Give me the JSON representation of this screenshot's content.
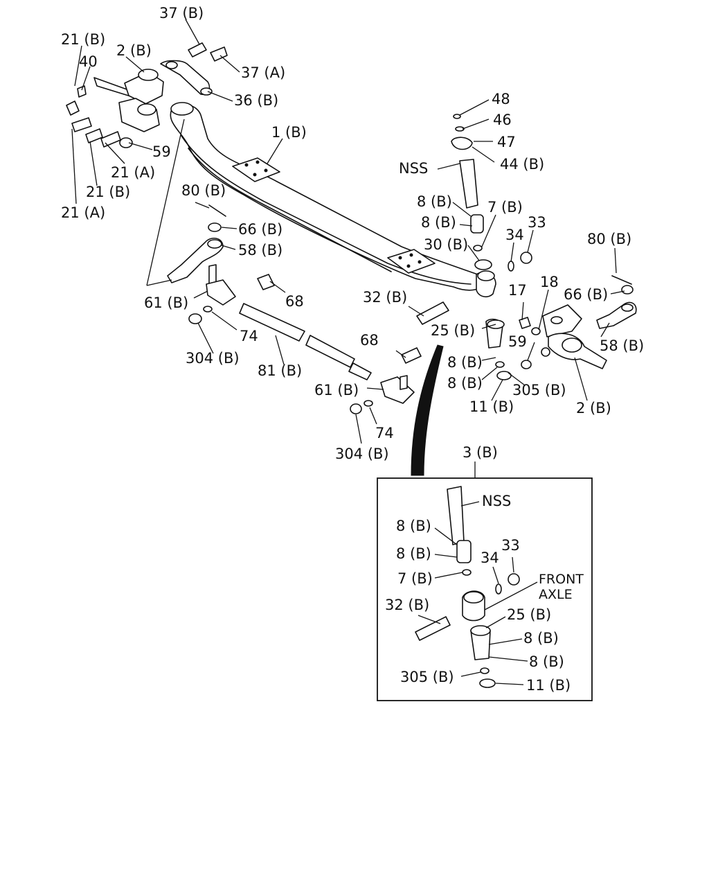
{
  "callouts": {
    "c_37b": "37 (B)",
    "c_21b_top": "21 (B)",
    "c_40": "40",
    "c_2b_top": "2 (B)",
    "c_37a": "37 (A)",
    "c_36b": "36 (B)",
    "c_1b": "1 (B)",
    "c_59_top": "59",
    "c_21a_mid": "21 (A)",
    "c_21b_mid": "21 (B)",
    "c_21a_low": "21 (A)",
    "c_48": "48",
    "c_46": "46",
    "c_47": "47",
    "c_44b": "44 (B)",
    "c_nss_main": "NSS",
    "c_80b_left": "80 (B)",
    "c_66b_left": "66 (B)",
    "c_58b_left": "58 (B)",
    "c_8b_a": "8 (B)",
    "c_7b": "7 (B)",
    "c_8b_b": "8 (B)",
    "c_34": "34",
    "c_33": "33",
    "c_30b": "30 (B)",
    "c_80b_right": "80 (B)",
    "c_61b_left": "61 (B)",
    "c_68_left": "68",
    "c_32b": "32 (B)",
    "c_17": "17",
    "c_18": "18",
    "c_66b_right": "66 (B)",
    "c_74_left": "74",
    "c_25b": "25 (B)",
    "c_304b_left": "304 (B)",
    "c_68_right": "68",
    "c_59_right": "59",
    "c_58b_right": "58 (B)",
    "c_81b": "81 (B)",
    "c_8b_c": "8 (B)",
    "c_8b_d": "8 (B)",
    "c_305b": "305 (B)",
    "c_61b_right": "61 (B)",
    "c_11b": "11 (B)",
    "c_2b_right": "2 (B)",
    "c_74_right": "74",
    "c_304b_right": "304 (B)"
  },
  "inset": {
    "title": "3 (B)",
    "nss": "NSS",
    "c_8b_1": "8 (B)",
    "c_8b_2": "8 (B)",
    "c_34": "34",
    "c_33": "33",
    "c_7b": "7 (B)",
    "front_line1": "FRONT",
    "front_line2": "AXLE",
    "c_32b": "32 (B)",
    "c_25b": "25 (B)",
    "c_8b_3": "8 (B)",
    "c_8b_4": "8 (B)",
    "c_305b": "305 (B)",
    "c_11b": "11 (B)"
  }
}
